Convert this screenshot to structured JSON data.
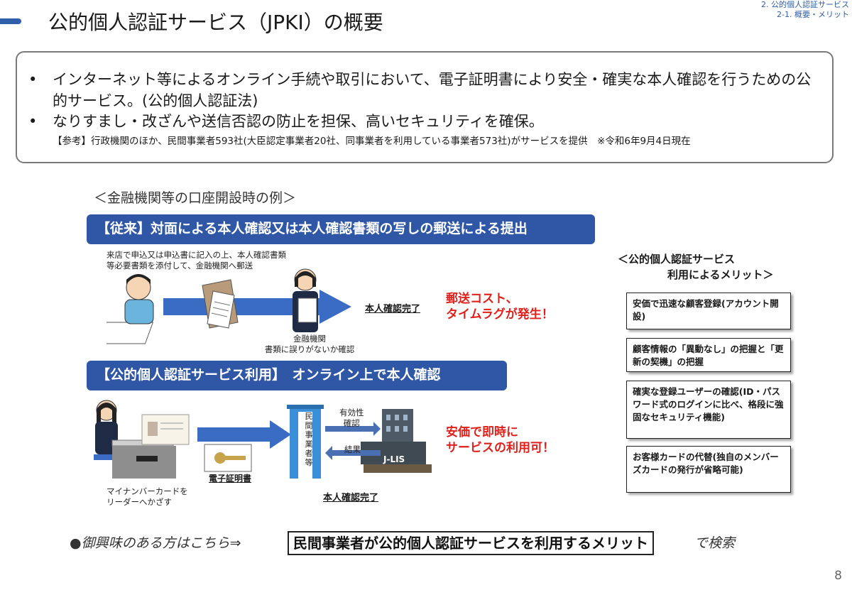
{
  "header": {
    "title": "公的個人認証サービス（JPKI）の概要",
    "section_line1": "2. 公的個人認証サービス",
    "section_line2": "2-1. 概要・メリット"
  },
  "summary": {
    "bullet1": "インターネット等によるオンライン手続や取引において、電子証明書により安全・確実な本人確認を行うための公的サービス。(公的個人認証法)",
    "bullet2": "なりすまし・改ざんや送信否認の防止を担保、高いセキュリティを確保。",
    "note": "【参考】行政機関のほか、民間事業者593社(大臣認定事業者20社、同事業者を利用している事業者573社)がサービスを提供　※令和6年9月4日現在"
  },
  "example_title": "＜金融機関等の口座開設時の例＞",
  "traditional": {
    "banner": "【従来】対面による本人確認又は本人確認書類の写しの郵送による提出",
    "caption_line1": "来店で申込又は申込書に記入の上、本人確認書類",
    "caption_line2": "等必要書類を添付して、金融機関へ郵送",
    "complete": "本人確認完了",
    "bank_label_line1": "金融機関",
    "bank_label_line2": "書類に誤りがないか確認",
    "issue_line1": "郵送コスト、",
    "issue_line2": "タイムラグが発生！"
  },
  "jpki": {
    "banner": "【公的個人認証サービス利用】　オンライン上で本人確認",
    "card_caption_line1": "マイナンバーカードを",
    "card_caption_line2": "リーダーへかざす",
    "certificate": "電子証明書",
    "building_label": "民間事業者等",
    "validity_line1": "有効性",
    "validity_line2": "確認",
    "result": "結果",
    "jlis": "J-LIS",
    "complete": "本人確認完了",
    "benefit_line1": "安価で即時に",
    "benefit_line2": "サービスの利用可！"
  },
  "merits": {
    "title_line1": "＜公的個人認証サービス",
    "title_line2": "利用によるメリット＞",
    "items": [
      "安価で迅速な顧客登録(アカウント開設)",
      "顧客情報の「異動なし」の把握と「更新の契機」の把握",
      "確実な登録ユーザーの確認(ID・パスワード式のログインに比べ、格段に強固なセキュリティ機能)",
      "お客様カードの代替(独自のメンバーズカードの発行が省略可能)"
    ]
  },
  "footer": {
    "prefix": "●御興味のある方はこちら⇒",
    "search_term": "民間事業者が公的個人認証サービスを利用するメリット",
    "suffix": "で検索",
    "page": "8"
  },
  "colors": {
    "brand_blue": "#2f57a6",
    "arrow_blue": "#3a6cc4",
    "alert_red": "#e0201a"
  }
}
